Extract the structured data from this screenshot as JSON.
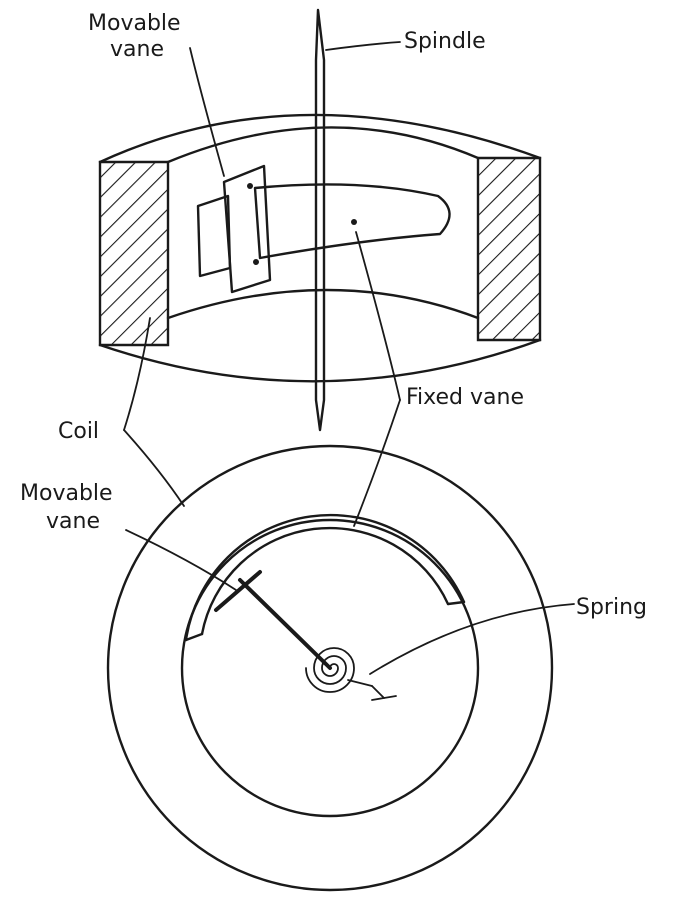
{
  "labels": {
    "movable_vane_top_line1": "Movable",
    "movable_vane_top_line2": "vane",
    "spindle": "Spindle",
    "fixed_vane": "Fixed vane",
    "coil": "Coil",
    "movable_vane_bottom_line1": "Movable",
    "movable_vane_bottom_line2": "vane",
    "spring": "Spring"
  },
  "colors": {
    "ink": "#1a1a1a",
    "background": "#ffffff"
  }
}
